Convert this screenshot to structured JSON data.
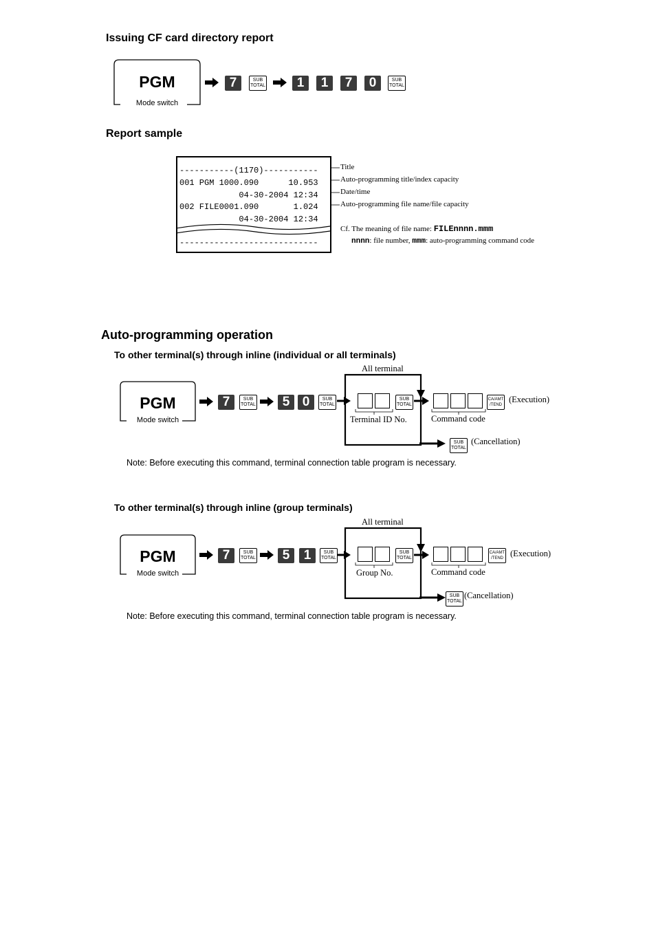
{
  "section1": {
    "heading": "Issuing CF card directory report",
    "mode_label": "PGM",
    "mode_caption": "Mode switch",
    "keys": [
      "7",
      "1",
      "1",
      "7",
      "0"
    ],
    "sub_total_top": "SUB",
    "sub_total_bottom": "TOTAL"
  },
  "report": {
    "heading": "Report sample",
    "lines": [
      "-----------(1170)-----------",
      "001 PGM 1000.090      10.953",
      "            04-30-2004 12:34",
      "002 FILE0001.090       1.024",
      "            04-30-2004 12:34",
      "----------------------------"
    ],
    "callouts": {
      "title": "Title",
      "capacity": "Auto-programming title/index capacity",
      "datetime": "Date/time",
      "file": "Auto-programming file name/file capacity"
    },
    "cf_note_prefix": "Cf. The meaning of file name: ",
    "cf_note_code": "FILEnnnn.mmm",
    "cf_note2_a": "nnnn",
    "cf_note2_b": ": file number, ",
    "cf_note2_c": "mmm",
    "cf_note2_d": ": auto-programming command code"
  },
  "auto": {
    "heading": "Auto-programming operation",
    "individual": {
      "subheading": "To other terminal(s) through inline (individual or all terminals)",
      "all_terminal": "All terminal",
      "keys": [
        "7",
        "5",
        "0"
      ],
      "id_label": "Terminal ID No.",
      "command_label": "Command code",
      "execution": "(Execution)",
      "cancellation": "(Cancellation)",
      "note": "Note: Before executing this command, terminal connection table program is necessary."
    },
    "group": {
      "subheading": "To other terminal(s) through inline (group terminals)",
      "all_terminal": "All terminal",
      "keys": [
        "7",
        "5",
        "1"
      ],
      "id_label": "Group No.",
      "command_label": "Command code",
      "execution": "(Execution)",
      "cancellation": "(Cancellation)",
      "note": "Note: Before executing this command, terminal connection table program is necessary."
    },
    "ca_top": "CA/AMT",
    "ca_bottom": "/TEND"
  }
}
